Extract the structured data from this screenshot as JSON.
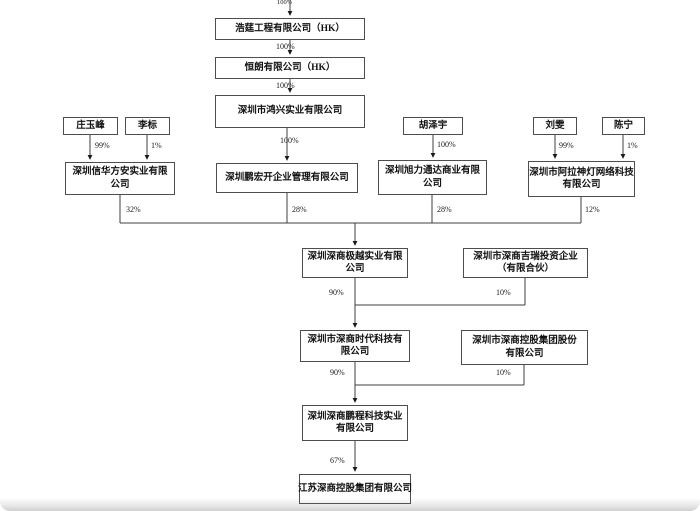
{
  "diagram": {
    "nodes": {
      "haoting": {
        "name": "浩莛工程有限公司（HK）"
      },
      "henglang": {
        "name": "恒朗有限公司（HK）"
      },
      "hongxing": {
        "name": "深圳市鸿兴实业有限公司"
      },
      "zhuang_yufeng": {
        "name": "庄玉峰"
      },
      "li_biao": {
        "name": "李标"
      },
      "hu_zeyu": {
        "name": "胡泽宇"
      },
      "liu_wen": {
        "name": "刘雯"
      },
      "chen_ning": {
        "name": "陈宁"
      },
      "xinhua_fangan": {
        "name": "深圳信华方安实业有限公司"
      },
      "penghongkai": {
        "name": "深圳鹏宏开企业管理有限公司"
      },
      "xuli_tongda": {
        "name": "深圳旭力通达商业有限公司"
      },
      "alashendeng": {
        "line1": "深圳市阿拉神灯网络科技",
        "line2": "有限公司"
      },
      "jizhi": {
        "name": "深圳深商极越实业有限公司"
      },
      "jirui": {
        "line1": "深圳市深商吉瑞投资企业",
        "line2": "（有限合伙）"
      },
      "shidai": {
        "name": "深圳市深商时代科技有限公司"
      },
      "konggu": {
        "line1": "深圳市深商控股集团股份",
        "line2": "有限公司"
      },
      "pengcheng": {
        "line1": "深圳深商鹏程科技实业",
        "line2": "有限公司"
      },
      "jiangsu": {
        "name": "江苏深商控股集团有限公司"
      }
    },
    "ownership_labels": {
      "into_haoting": "100%",
      "haoting_to_henglang": "100%",
      "henglang_to_hongxing": "100%",
      "zhuang_to_xinhua": "99%",
      "li_to_xinhua": "1%",
      "hongxing_to_penghongkai": "100%",
      "hu_to_xuli": "100%",
      "liu_to_alashendeng": "99%",
      "chen_to_alashendeng": "1%",
      "xinhua_to_jizhi": "32%",
      "penghongkai_to_jizhi": "28%",
      "xuli_to_jizhi": "28%",
      "alashendeng_to_jizhi": "12%",
      "jizhi_to_shidai": "90%",
      "jirui_to_shidai": "10%",
      "shidai_to_pengcheng": "90%",
      "konggu_to_pengcheng": "10%",
      "pengcheng_to_jiangsu": "67%"
    }
  }
}
